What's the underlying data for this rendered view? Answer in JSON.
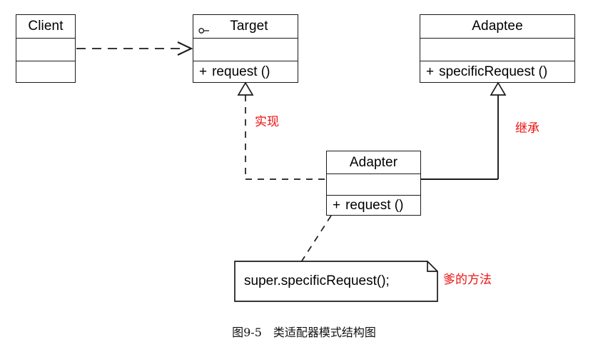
{
  "diagram": {
    "title_caption": "图9-5　类适配器模式结构图",
    "classes": [
      {
        "id": "client",
        "name": "Client",
        "stereotype_icon": "",
        "attributes": "",
        "operations": ""
      },
      {
        "id": "target",
        "name": "Target",
        "stereotype_icon": "interface-lollipop-icon",
        "attributes": "",
        "operations": "+ request ()",
        "op_visibility": "+",
        "op_name": "request ()"
      },
      {
        "id": "adaptee",
        "name": "Adaptee",
        "stereotype_icon": "",
        "attributes": "",
        "operations": "+ specificRequest ()",
        "op_visibility": "+",
        "op_name": "specificRequest ()"
      },
      {
        "id": "adapter",
        "name": "Adapter",
        "stereotype_icon": "",
        "attributes": "",
        "operations": "+ request ()",
        "op_visibility": "+",
        "op_name": "request ()"
      }
    ],
    "note": {
      "text": "super.specificRequest();"
    },
    "annotations": [
      {
        "id": "realize-label",
        "text": "实现"
      },
      {
        "id": "inherit-label",
        "text": "继承"
      },
      {
        "id": "parent-method-label",
        "text": "爹的方法"
      }
    ],
    "relationships": [
      {
        "id": "client-to-target",
        "type": "dependency",
        "style": "dashed",
        "arrow": "open-arrow"
      },
      {
        "id": "adapter-to-target",
        "type": "realization",
        "style": "dashed",
        "arrow": "hollow-triangle"
      },
      {
        "id": "adapter-to-adaptee",
        "type": "generalization",
        "style": "solid",
        "arrow": "hollow-triangle"
      },
      {
        "id": "adapter-to-note",
        "type": "note-anchor",
        "style": "dashed",
        "arrow": "none"
      }
    ],
    "colors": {
      "stroke": "#1a1a1a",
      "annotation": "#ee1111",
      "background": "#ffffff"
    }
  }
}
